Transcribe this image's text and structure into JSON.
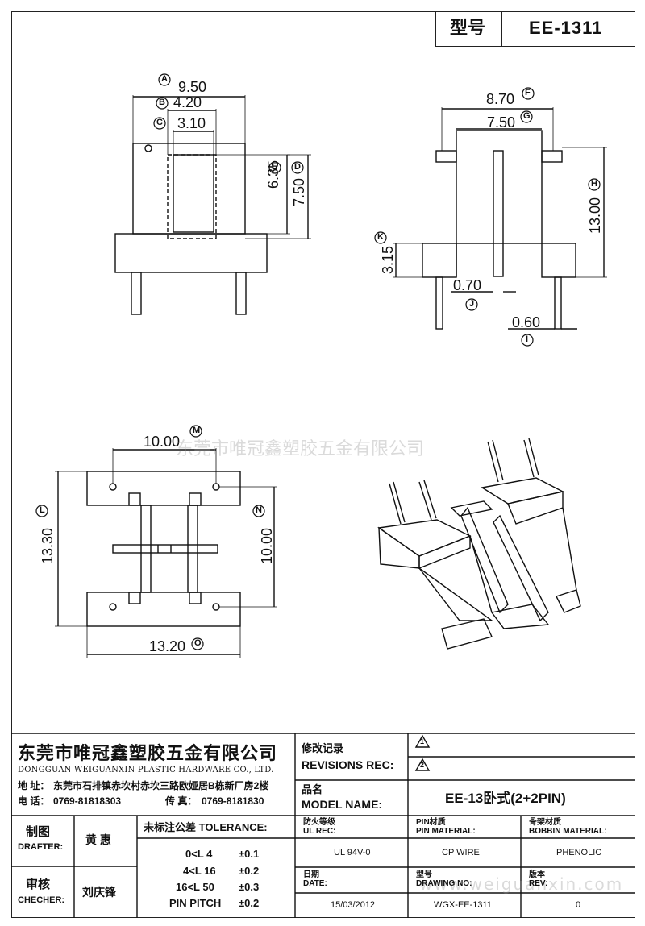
{
  "header": {
    "label": "型号",
    "model": "EE-1311"
  },
  "dims": {
    "a": "9.50",
    "b": "4.20",
    "c": "3.10",
    "d": "7.50",
    "e": "6.35",
    "f": "8.70",
    "g": "7.50",
    "h": "13.00",
    "i": "0.60",
    "j": "0.70",
    "k": "3.15",
    "m": "10.00",
    "l": "13.30",
    "n": "10.00",
    "o": "13.20"
  },
  "markers": {
    "a": "A",
    "b": "B",
    "c": "C",
    "d": "D",
    "e": "E",
    "f": "F",
    "g": "G",
    "h": "H",
    "i": "I",
    "j": "J",
    "k": "K",
    "l": "L",
    "m": "M",
    "n": "N",
    "o": "O"
  },
  "watermark": {
    "company": "东莞市唯冠鑫塑胶五金有限公司",
    "url": "www.weiguanxin.com"
  },
  "company": {
    "name_cn": "东莞市唯冠鑫塑胶五金有限公司",
    "name_en": "DONGGUAN WEIGUANXIN PLASTIC HARDWARE CO., LTD.",
    "address_label": "地 址：",
    "address": "东莞市石排镇赤坎村赤坎三路欧娅居B栋新厂房2楼",
    "tel_label": "电 话：",
    "tel": "0769-81818303",
    "fax_label": "传 真：",
    "fax": "0769-8181830"
  },
  "revisions": {
    "label_cn": "修改记录",
    "label_en": "REVISIONS REC:",
    "rev1": "1",
    "rev2": "2"
  },
  "model_name": {
    "label_cn": "品名",
    "label_en": "MODEL NAME:",
    "value": "EE-13卧式(2+2PIN)"
  },
  "drafter": {
    "label_cn": "制图",
    "label_en": "DRAFTER:",
    "name": "黄 惠"
  },
  "checker": {
    "label_cn": "审核",
    "label_en": "CHECHER:",
    "name": "刘庆锋"
  },
  "tolerance": {
    "label": "未标注公差 TOLERANCE:",
    "rows": [
      {
        "range": "0<L  4",
        "value": "±0.1"
      },
      {
        "range": "4<L  16",
        "value": "±0.2"
      },
      {
        "range": "16<L  50",
        "value": "±0.3"
      },
      {
        "range": "PIN PITCH",
        "value": "±0.2"
      }
    ]
  },
  "specs": {
    "ul_label_cn": "防火等级",
    "ul_label_en": "UL REC:",
    "ul_value": "UL 94V-0",
    "pin_label_cn": "PIN材质",
    "pin_label_en": "PIN MATERIAL:",
    "pin_value": "CP WIRE",
    "bobbin_label_cn": "骨架材质",
    "bobbin_label_en": "BOBBIN MATERIAL:",
    "bobbin_value": "PHENOLIC",
    "date_label_cn": "日期",
    "date_label_en": "DATE:",
    "date_value": "15/03/2012",
    "dwg_label_cn": "型号",
    "dwg_label_en": "DRAWING NO:",
    "dwg_value": "WGX-EE-1311",
    "rev_label_cn": "版本",
    "rev_label_en": "REV:",
    "rev_value": "0"
  }
}
